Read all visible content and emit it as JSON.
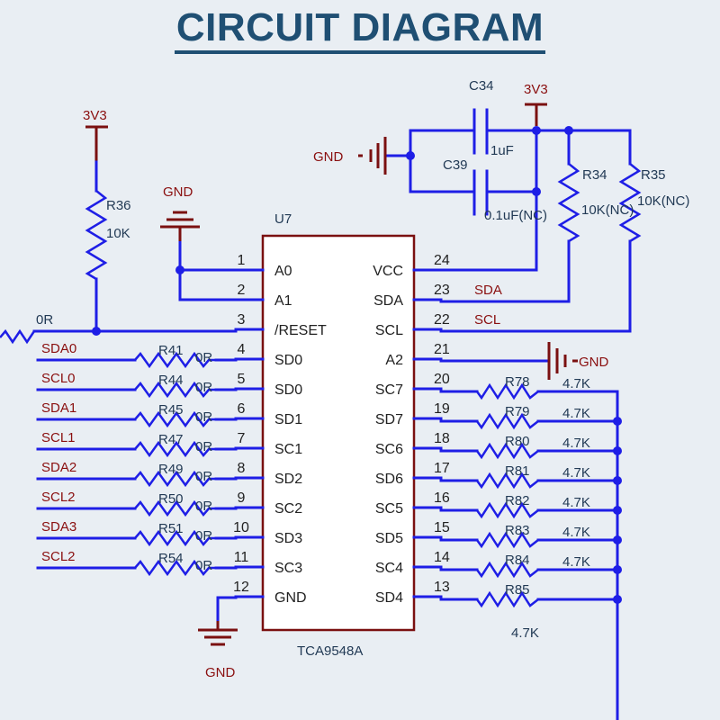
{
  "title": "CIRCUIT DIAGRAM",
  "chip": {
    "ref": "U7",
    "part": "TCA9548A",
    "left_pins": [
      {
        "num": "1",
        "name": "A0"
      },
      {
        "num": "2",
        "name": "A1"
      },
      {
        "num": "3",
        "name": "/RESET"
      },
      {
        "num": "4",
        "name": "SD0"
      },
      {
        "num": "5",
        "name": "SD0"
      },
      {
        "num": "6",
        "name": "SD1"
      },
      {
        "num": "7",
        "name": "SC1"
      },
      {
        "num": "8",
        "name": "SD2"
      },
      {
        "num": "9",
        "name": "SC2"
      },
      {
        "num": "10",
        "name": "SD3"
      },
      {
        "num": "11",
        "name": "SC3"
      },
      {
        "num": "12",
        "name": "GND"
      }
    ],
    "right_pins": [
      {
        "num": "24",
        "name": "VCC"
      },
      {
        "num": "23",
        "name": "SDA"
      },
      {
        "num": "22",
        "name": "SCL"
      },
      {
        "num": "21",
        "name": "A2"
      },
      {
        "num": "20",
        "name": "SC7"
      },
      {
        "num": "19",
        "name": "SD7"
      },
      {
        "num": "18",
        "name": "SC6"
      },
      {
        "num": "17",
        "name": "SD6"
      },
      {
        "num": "16",
        "name": "SC5"
      },
      {
        "num": "15",
        "name": "SD5"
      },
      {
        "num": "14",
        "name": "SC4"
      },
      {
        "num": "13",
        "name": "SD4"
      }
    ]
  },
  "left_channels": [
    {
      "net": "SDA0",
      "ref": "R41",
      "value": "0R"
    },
    {
      "net": "SCL0",
      "ref": "R44",
      "value": "0R"
    },
    {
      "net": "SDA1",
      "ref": "R45",
      "value": "0R"
    },
    {
      "net": "SCL1",
      "ref": "R47",
      "value": "0R"
    },
    {
      "net": "SDA2",
      "ref": "R49",
      "value": "0R"
    },
    {
      "net": "SCL2",
      "ref": "R50",
      "value": "0R"
    },
    {
      "net": "SDA3",
      "ref": "R51",
      "value": "0R"
    },
    {
      "net": "SCL2",
      "ref": "R54",
      "value": "0R"
    }
  ],
  "pullups": [
    {
      "ref": "R78",
      "value": "4.7K"
    },
    {
      "ref": "R79",
      "value": "4.7K"
    },
    {
      "ref": "R80",
      "value": "4.7K"
    },
    {
      "ref": "R81",
      "value": "4.7K"
    },
    {
      "ref": "R82",
      "value": "4.7K"
    },
    {
      "ref": "R83",
      "value": "4.7K"
    },
    {
      "ref": "R84",
      "value": "4.7K"
    },
    {
      "ref": "R85",
      "value": "4.7K"
    }
  ],
  "power": {
    "vcc_label": "3V3",
    "gnd_label": "GND"
  },
  "components": {
    "r36_ref": "R36",
    "r36_value": "10K",
    "reset_res_value": "0R",
    "c34_ref": "C34",
    "c34_value": "1uF",
    "c39_ref": "C39",
    "c39_value": "0.1uF(NC)",
    "r34_ref": "R34",
    "r34_value": "10K(NC)",
    "r35_ref": "R35",
    "r35_value": "10K(NC)"
  },
  "nets": {
    "sda": "SDA",
    "scl": "SCL"
  },
  "colors": {
    "wire": "#1e1ee6",
    "power": "#7a1010",
    "title": "#1f4f73",
    "background": "#e9eef3"
  }
}
